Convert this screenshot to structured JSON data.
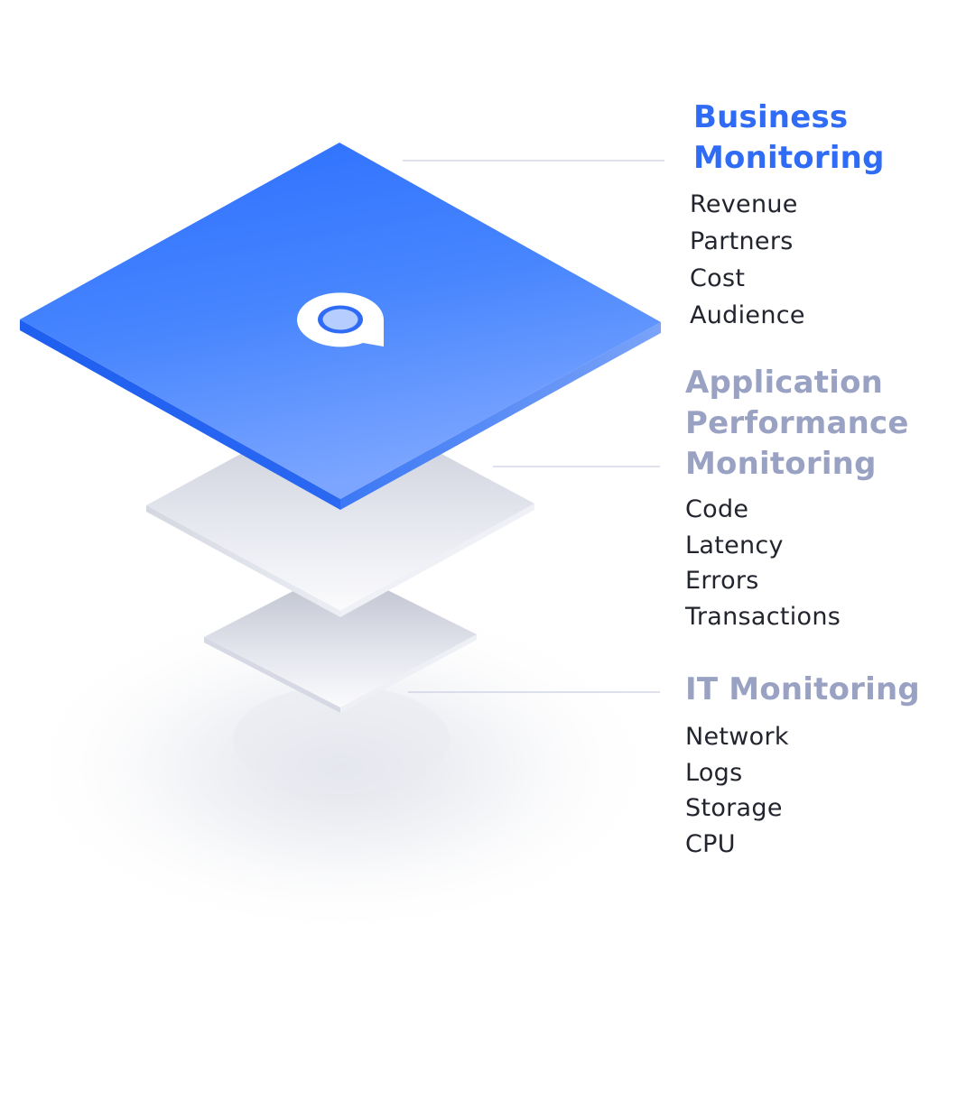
{
  "layers": {
    "business": {
      "title_line1": "Business",
      "title_line2": "Monitoring",
      "items": [
        "Revenue",
        "Partners",
        "Cost",
        "Audience"
      ]
    },
    "apm": {
      "title_line1": "Application",
      "title_line2": "Performance",
      "title_line3": "Monitoring",
      "items": [
        "Code",
        "Latency",
        "Errors",
        "Transactions"
      ]
    },
    "it": {
      "title_line1": "IT Monitoring",
      "items": [
        "Network",
        "Logs",
        "Storage",
        "CPU"
      ]
    }
  },
  "colors": {
    "accent_blue": "#2f6bf5",
    "muted_title": "#9aa2c4",
    "item_text": "#22252e",
    "leader_line": "#c9cedf",
    "top_plate": "#3b7bff",
    "grey_plate": "#e6e8f0"
  },
  "icons": {
    "logo": "speech-bubble-logo-icon"
  }
}
